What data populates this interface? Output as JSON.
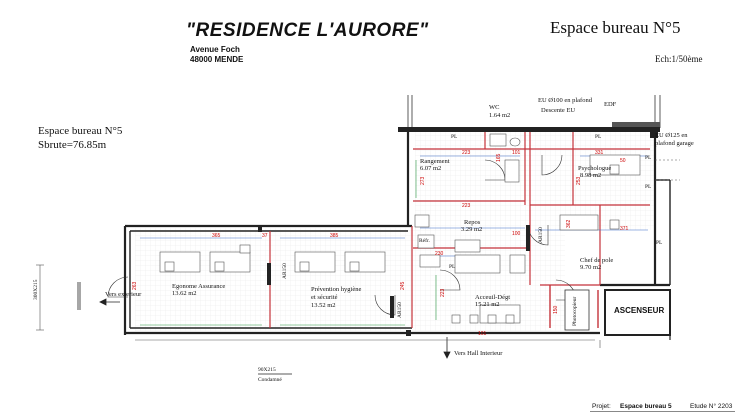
{
  "header": {
    "title": "\"RESIDENCE L'AURORE\"",
    "address_line1": "Avenue Foch",
    "address_line2": "48000 MENDE",
    "space_name": "Espace bureau N°5",
    "scale": "Ech:1/50ème"
  },
  "summary": {
    "name": "Espace bureau N°5",
    "area": "Sbrute=76.85m"
  },
  "rooms": {
    "wc": {
      "name": "WC",
      "area": "1.64 m2"
    },
    "rangement": {
      "name": "Rangement",
      "area": "6.07 m2"
    },
    "psychologue": {
      "name": "Psychologue",
      "area": "8.98 m2"
    },
    "repos": {
      "name": "Repos",
      "area": "3.29 m2"
    },
    "chef": {
      "name": "Chef de pole",
      "area": "9.70 m2"
    },
    "ergonome": {
      "name": "Egonome Assurance",
      "area": "13.62 m2"
    },
    "prevention": {
      "name1": "Prévention hygiène",
      "name2": "et sécurité",
      "area": "13.52 m2"
    },
    "accueil": {
      "name": "Acceuil-Dégt",
      "area": "15.21 m2"
    }
  },
  "annotations": {
    "eu100": "EU Ø100 en plafond",
    "descente": "Descente EU",
    "edf": "EDF",
    "eu125_1": "EU Ø125 en",
    "eu125_2": "plafond garage",
    "vers_exterieur": "Vers exterieur",
    "vers_hall": "Vers Hall Interieur",
    "ascenseur": "ASCENSEUR",
    "photocopieur": "Photocopieur",
    "refr": "Réfr.",
    "pl": "PL",
    "door_300x215": "300X215",
    "door_90x215": "90X215",
    "condamne": "Condamné",
    "ar150": "AR150",
    "dims": {
      "d223a": "223",
      "d165": "165",
      "d101": "101",
      "d331": "331",
      "d50": "50",
      "d273": "273",
      "d253": "253",
      "d223b": "223",
      "d365a": "365",
      "d37": "37",
      "d385": "385",
      "d230": "230",
      "d371": "371",
      "d362": "362",
      "d100": "100",
      "d101b": "101",
      "d223c": "223",
      "d150": "150",
      "d245": "245",
      "d263": "263"
    }
  },
  "footer": {
    "projet_label": "Projet:",
    "projet_value": "Espace bureau 5",
    "etude": "Etude N° 2203"
  }
}
